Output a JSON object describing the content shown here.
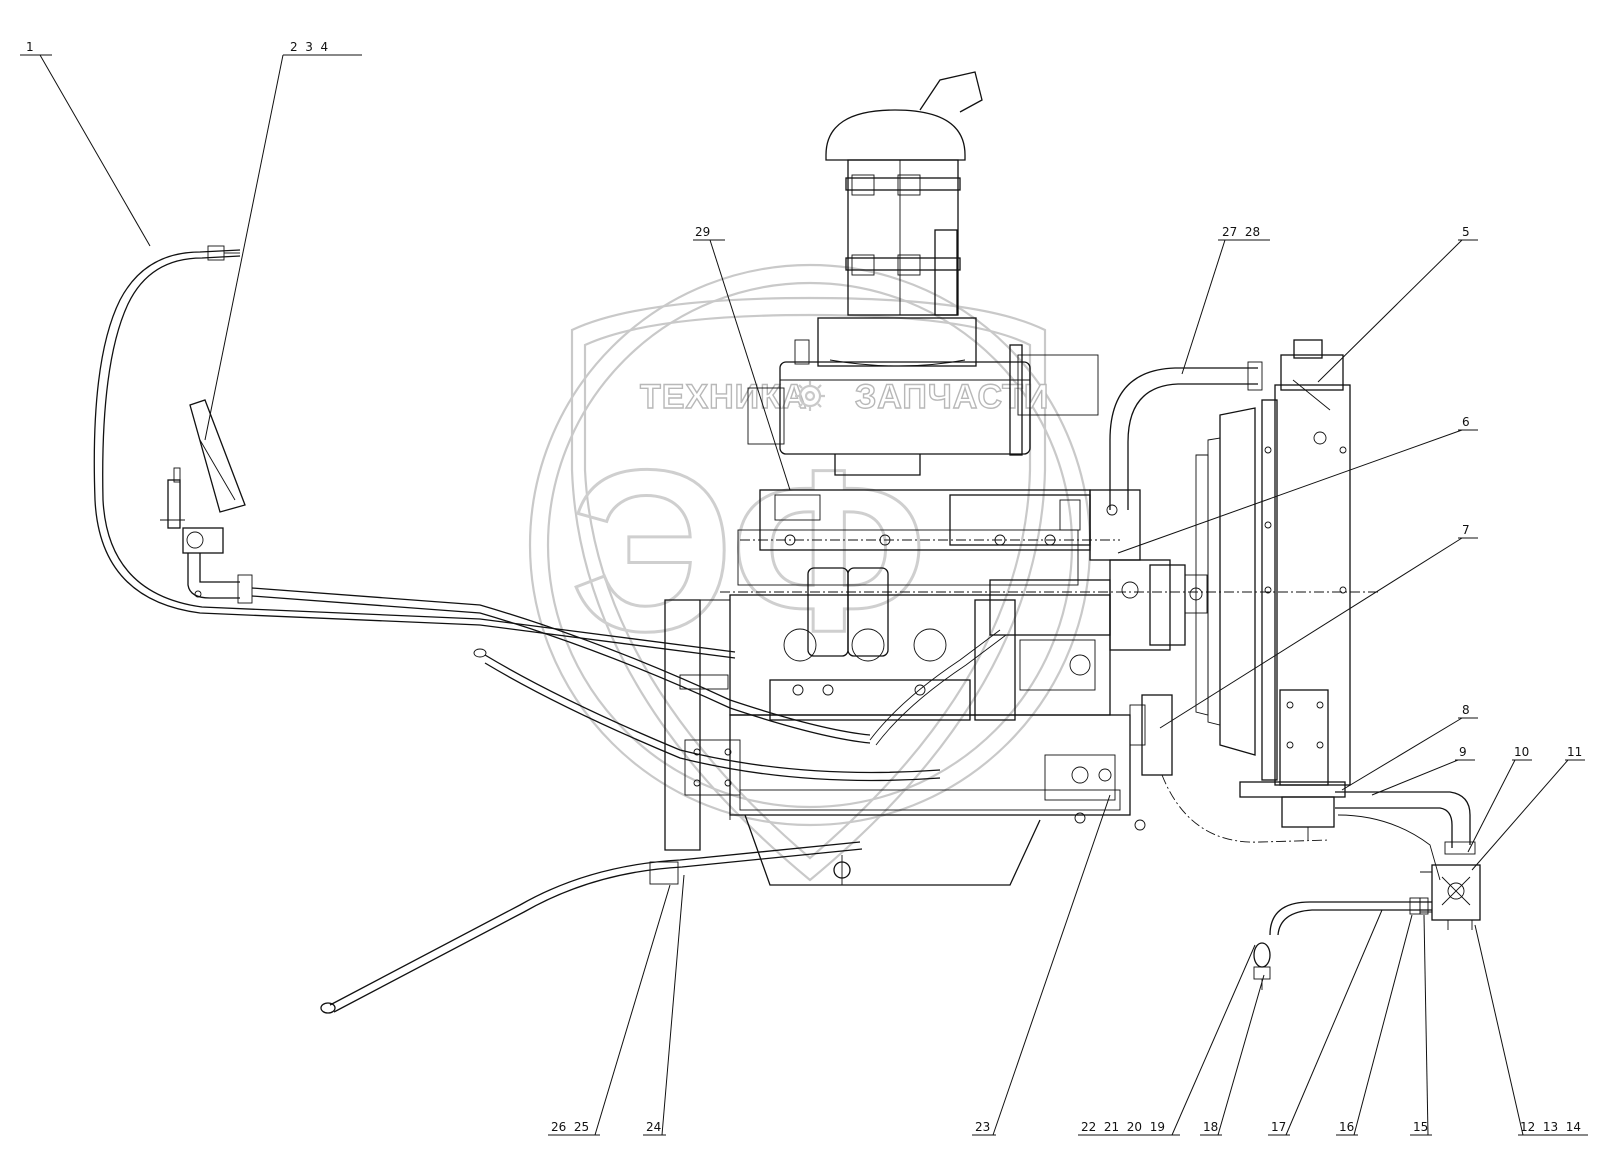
{
  "watermark": {
    "text_left": "ТЕХНИКА",
    "text_right": "ЗАПЧАСТИ",
    "emblem_letters": "ЭФ"
  },
  "callouts": {
    "c1": "1",
    "c2_3_4": "2  3  4",
    "c5": "5",
    "c6": "6",
    "c7": "7",
    "c8": "8",
    "c9": "9",
    "c10": "10",
    "c11": "11",
    "c12_13_14": "12  13  14",
    "c15": "15",
    "c16": "16",
    "c17": "17",
    "c18": "18",
    "c19_22": "22  21  20  19",
    "c23": "23",
    "c24": "24",
    "c25_26": "26  25",
    "c27_28": "27  28",
    "c29": "29"
  }
}
